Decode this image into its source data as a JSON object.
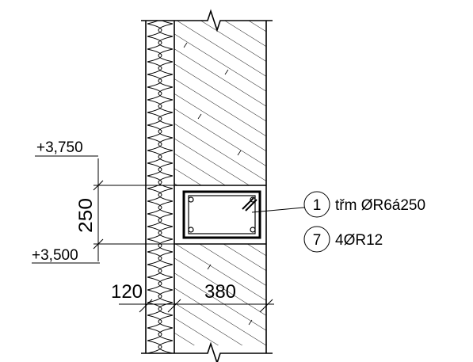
{
  "levels": {
    "top": "+3,750",
    "bottom": "+3,500"
  },
  "dimensions": {
    "lintel_height": "250",
    "insulation_thickness": "120",
    "wall_thickness": "380"
  },
  "callouts": [
    {
      "marker": "1",
      "text": "třm ØR6á250"
    },
    {
      "marker": "7",
      "text": "4ØR12"
    }
  ]
}
